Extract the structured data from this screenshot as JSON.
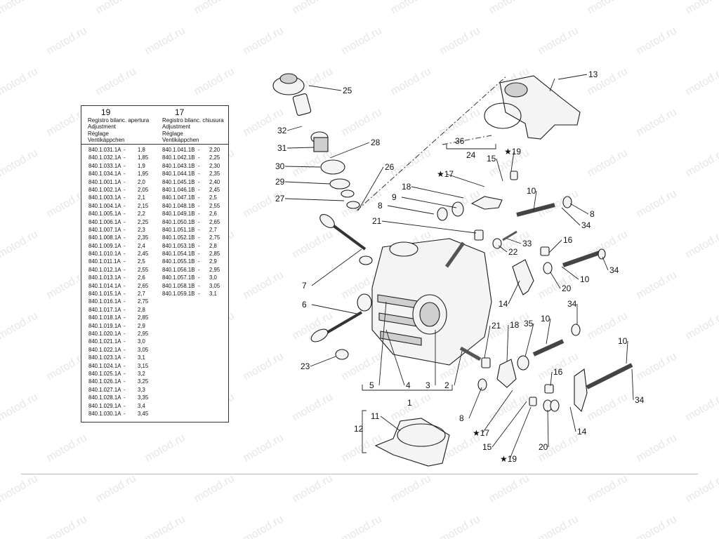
{
  "watermark_text": "motod.ru",
  "table": {
    "left": {
      "number": "19",
      "desc": [
        "Registro bilanc. apertura",
        "Adjustment",
        "Réglage",
        "Ventikäppchen"
      ],
      "rows": [
        [
          "840.1.031.1A",
          "-",
          "1,8"
        ],
        [
          "840.1.032.1A",
          "-",
          "1,85"
        ],
        [
          "840.1.033.1A",
          "-",
          "1,9"
        ],
        [
          "840.1.034.1A",
          "-",
          "1,95"
        ],
        [
          "840.1.001.1A",
          "-",
          "2,0"
        ],
        [
          "840.1.002.1A",
          "-",
          "2,05"
        ],
        [
          "840.1.003.1A",
          "-",
          "2,1"
        ],
        [
          "840.1.004.1A",
          "-",
          "2,15"
        ],
        [
          "840.1.005.1A",
          "-",
          "2,2"
        ],
        [
          "840.1.006.1A",
          "-",
          "2,25"
        ],
        [
          "840.1.007.1A",
          "-",
          "2,3"
        ],
        [
          "840.1.008.1A",
          "-",
          "2,35"
        ],
        [
          "840.1.009.1A",
          "-",
          "2,4"
        ],
        [
          "840.1.010.1A",
          "-",
          "2,45"
        ],
        [
          "840.1.011.1A",
          "-",
          "2,5"
        ],
        [
          "840.1.012.1A",
          "-",
          "2,55"
        ],
        [
          "840.1.013.1A",
          "-",
          "2,6"
        ],
        [
          "840.1.014.1A",
          "-",
          "2,65"
        ],
        [
          "840.1.015.1A",
          "-",
          "2,7"
        ],
        [
          "840.1.016.1A",
          "-",
          "2,75"
        ],
        [
          "840.1.017.1A",
          "-",
          "2,8"
        ],
        [
          "840.1.018.1A",
          "-",
          "2,85"
        ],
        [
          "840.1.019.1A",
          "-",
          "2,9"
        ],
        [
          "840.1.020.1A",
          "-",
          "2,95"
        ],
        [
          "840.1.021.1A",
          "-",
          "3,0"
        ],
        [
          "840.1.022.1A",
          "-",
          "3,05"
        ],
        [
          "840.1.023.1A",
          "-",
          "3,1"
        ],
        [
          "840.1.024.1A",
          "-",
          "3,15"
        ],
        [
          "840.1.025.1A",
          "-",
          "3,2"
        ],
        [
          "840.1.026.1A",
          "-",
          "3,25"
        ],
        [
          "840.1.027.1A",
          "-",
          "3,3"
        ],
        [
          "840.1.028.1A",
          "-",
          "3,35"
        ],
        [
          "840.1.029.1A",
          "-",
          "3,4"
        ],
        [
          "840.1.030.1A",
          "-",
          "3,45"
        ]
      ]
    },
    "right": {
      "number": "17",
      "desc": [
        "Registro bilanc. chiusura",
        "Adjustment",
        "Réglage",
        "Ventikäppchen"
      ],
      "rows": [
        [
          "840.1.041.1B",
          "-",
          "2,20"
        ],
        [
          "840.1.042.1B",
          "-",
          "2,25"
        ],
        [
          "840.1.043.1B",
          "-",
          "2,30"
        ],
        [
          "840.1.044.1B",
          "-",
          "2,35"
        ],
        [
          "840.1.045.1B",
          "-",
          "2,40"
        ],
        [
          "840.1.046.1B",
          "-",
          "2,45"
        ],
        [
          "840.1.047.1B",
          "-",
          "2,5"
        ],
        [
          "840.1.048.1B",
          "-",
          "2,55"
        ],
        [
          "840.1.049.1B",
          "-",
          "2,6"
        ],
        [
          "840.1.050.1B",
          "-",
          "2,65"
        ],
        [
          "840.1.051.1B",
          "-",
          "2,7"
        ],
        [
          "840.1.052.1B",
          "-",
          "2,75"
        ],
        [
          "840.1.053.1B",
          "-",
          "2,8"
        ],
        [
          "840.1.054.1B",
          "-",
          "2,85"
        ],
        [
          "840.1.055.1B",
          "-",
          "2,9"
        ],
        [
          "840.1.056.1B",
          "-",
          "2,95"
        ],
        [
          "840.1.057.1B",
          "-",
          "3,0"
        ],
        [
          "840.1.058.1B",
          "-",
          "3,05"
        ],
        [
          "840.1.059.1B",
          "-",
          "3,1"
        ]
      ]
    }
  },
  "callouts": [
    "25",
    "13",
    "32",
    "31",
    "28",
    "30",
    "29",
    "27",
    "26",
    "36",
    "24",
    "★19",
    "15",
    "★17",
    "18",
    "10",
    "9",
    "8",
    "8",
    "34",
    "21",
    "33",
    "22",
    "7",
    "16",
    "34",
    "20",
    "10",
    "6",
    "14",
    "34",
    "10",
    "18",
    "35",
    "21",
    "8",
    "23",
    "5",
    "4",
    "3",
    "2",
    "1",
    "16",
    "10",
    "34",
    "14",
    "20",
    "11",
    "12",
    "★17",
    "15",
    "★19"
  ]
}
